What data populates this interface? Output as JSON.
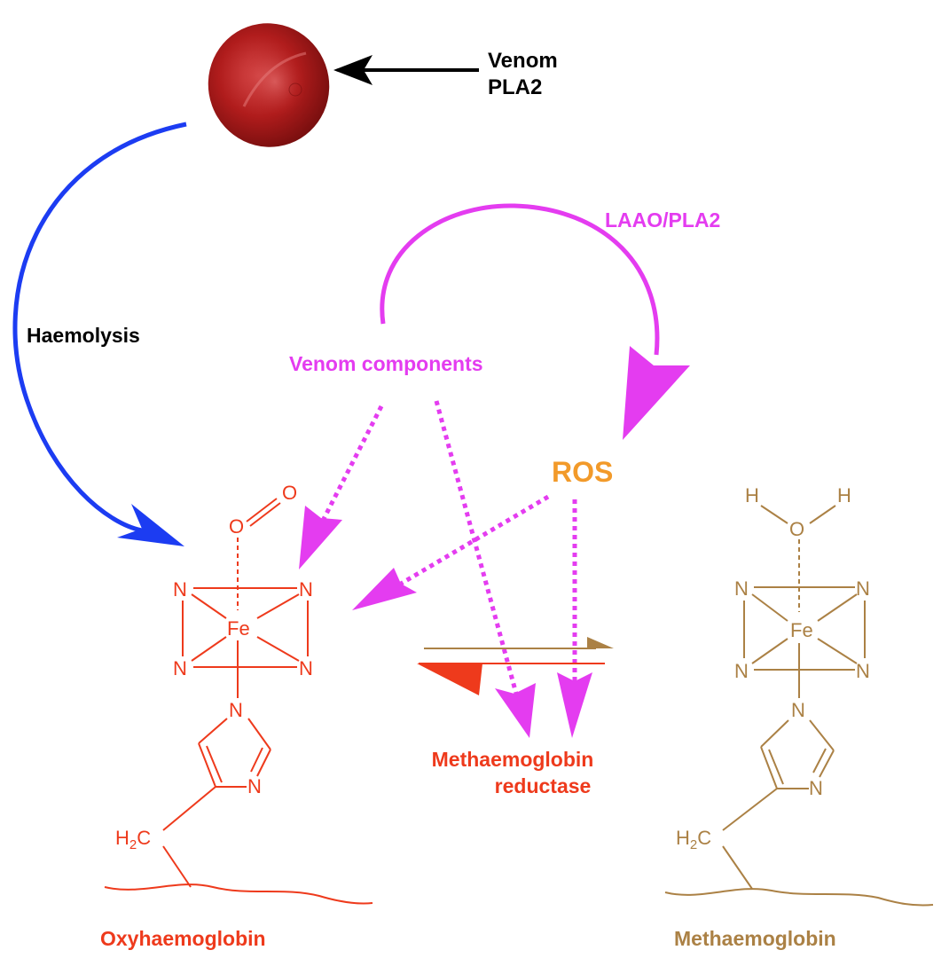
{
  "colors": {
    "red": "#ee3a1c",
    "brown": "#ab8145",
    "blue": "#1c3cf2",
    "magenta": "#e43cf0",
    "orange": "#f29a2a",
    "black": "#000000",
    "rbc": "#b01c1c"
  },
  "labels": {
    "venom_pla2_line1": "Venom",
    "venom_pla2_line2": "PLA2",
    "haemolysis": "Haemolysis",
    "laao_pla2": "LAAO/PLA2",
    "venom_components": "Venom components",
    "ros": "ROS",
    "reductase_line1": "Methaemoglobin",
    "reductase_line2": "reductase",
    "oxyhaemoglobin": "Oxyhaemoglobin",
    "methaemoglobin": "Methaemoglobin"
  },
  "oxy_structure": {
    "oxygen_a": "O",
    "oxygen_b": "O",
    "n_tl": "N",
    "n_tr": "N",
    "n_bl": "N",
    "n_br": "N",
    "iron": "Fe",
    "n_ring_top": "N",
    "n_ring_side": "N",
    "h2c_h": "H",
    "h2c_sub": "2",
    "h2c_c": "C"
  },
  "met_structure": {
    "h_left": "H",
    "h_right": "H",
    "oxygen": "O",
    "n_tl": "N",
    "n_tr": "N",
    "n_bl": "N",
    "n_br": "N",
    "iron": "Fe",
    "n_ring_top": "N",
    "n_ring_side": "N",
    "h2c_h": "H",
    "h2c_sub": "2",
    "h2c_c": "C"
  }
}
